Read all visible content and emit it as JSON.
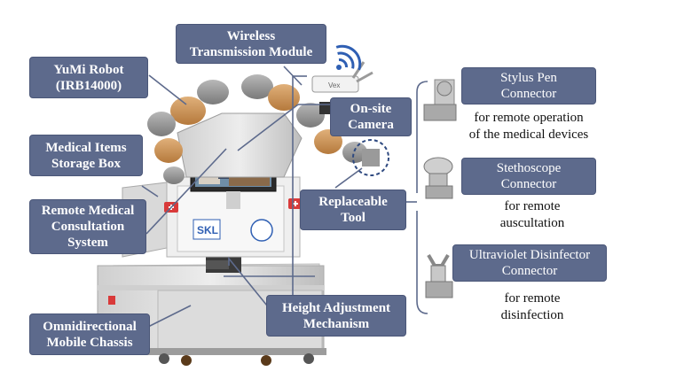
{
  "labels": {
    "wireless": [
      "Wireless",
      "Transmission Module"
    ],
    "yumi": [
      "YuMi Robot",
      "(IRB14000)"
    ],
    "storage": [
      "Medical Items",
      "Storage Box"
    ],
    "consult": [
      "Remote Medical",
      "Consultation",
      "System"
    ],
    "chassis": [
      "Omnidirectional",
      "Mobile Chassis"
    ],
    "height": [
      "Height Adjustment",
      "Mechanism"
    ],
    "camera": [
      "On-site",
      "Camera"
    ],
    "tool": [
      "Replaceable",
      "Tool"
    ],
    "stylus": [
      "Stylus Pen",
      "Connector"
    ],
    "stethoscope": [
      "Stethoscope",
      "Connector"
    ],
    "uv": [
      "Ultraviolet Disinfector",
      "Connector"
    ]
  },
  "captions": {
    "stylus": [
      "for remote operation",
      "of the medical devices"
    ],
    "stethoscope": [
      "for remote",
      "auscultation"
    ],
    "uv": [
      "for remote",
      "disinfection"
    ]
  },
  "colors": {
    "label_bg": "#5d6a8c",
    "label_text": "#ffffff",
    "connector_line": "#5d6a8c",
    "badge_red": "#d93a3a",
    "wifi_blue": "#2f5fb3"
  },
  "icons": [
    "wifi-icon",
    "router-icon",
    "robot-illustration",
    "stylus-connector-icon",
    "stethoscope-connector-icon",
    "uv-connector-icon"
  ]
}
